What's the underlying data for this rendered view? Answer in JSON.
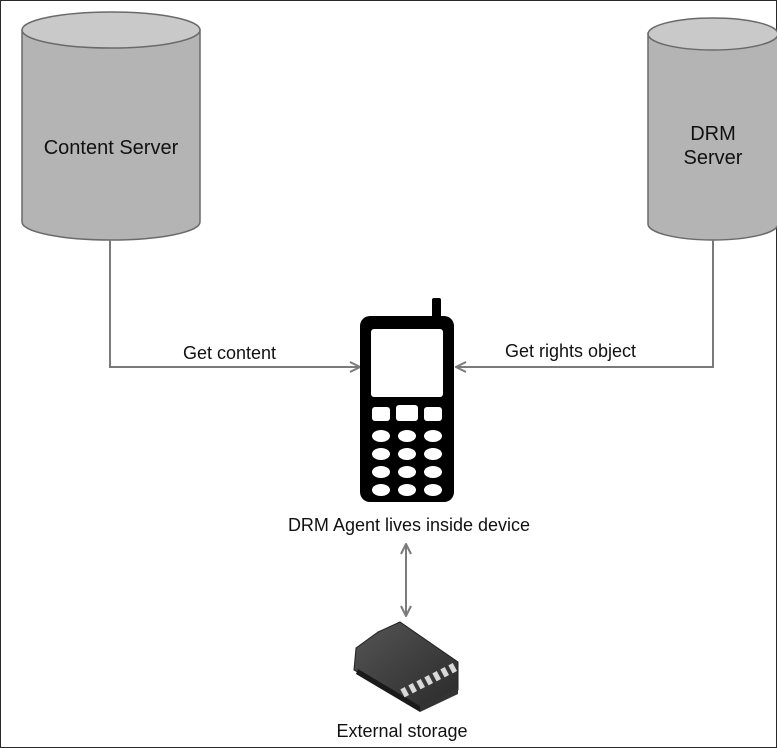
{
  "content_server": {
    "label": "Content Server"
  },
  "drm_server": {
    "label_line1": "DRM",
    "label_line2": "Server"
  },
  "arrows": {
    "get_content": "Get content",
    "get_rights": "Get rights object"
  },
  "device": {
    "label": "DRM Agent lives inside device"
  },
  "storage": {
    "label": "External storage"
  },
  "colors": {
    "cylinder_body": "#b4b4b4",
    "cylinder_top": "#c9c9c9",
    "connector": "#7a7a7a",
    "device": "#000000"
  }
}
